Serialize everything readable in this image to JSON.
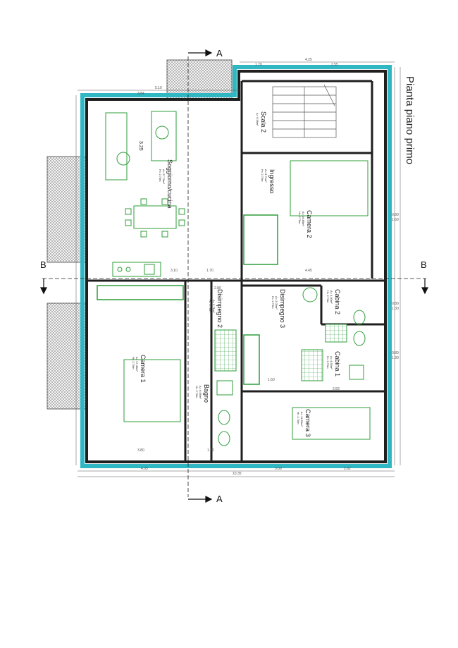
{
  "title": "Pianta piano primo",
  "section_marks": {
    "a_top": "A",
    "a_bottom": "A",
    "b_left": "B",
    "b_right": "B"
  },
  "rooms": [
    {
      "id": "soggiorno",
      "name": "Soggiorno/cucina",
      "area": "A= 27.79m²",
      "height": "H= 2.70m"
    },
    {
      "id": "camera1",
      "name": "Camera 1",
      "area": "A= 17.49m²",
      "height": "H= 2.70m"
    },
    {
      "id": "disimpegno2",
      "name": "Disimpegno 2",
      "area": "A= 2.71m²",
      "height": "H= 2.70m"
    },
    {
      "id": "bagno",
      "name": "Bagno",
      "area": "A= 6.59m²",
      "height": "H= 2.70m"
    },
    {
      "id": "scala2",
      "name": "Scala 2",
      "area": "A= 9.96m²",
      "height": ""
    },
    {
      "id": "ingresso",
      "name": "Ingresso",
      "area": "A= 8.71m²",
      "height": "H= 2.70m"
    },
    {
      "id": "camera2",
      "name": "Camera 2",
      "area": "A= 16.85m²",
      "height": "H= 2.70m"
    },
    {
      "id": "disimpegno3",
      "name": "Disimpegno 3",
      "area": "A= 2.05m²",
      "height": "H= 2.70m"
    },
    {
      "id": "cabina2",
      "name": "Cabina 2",
      "area": "A= 4.50m²",
      "height": "H= 2.70m"
    },
    {
      "id": "cabina1",
      "name": "Cabina 1",
      "area": "A= 4.50m²",
      "height": "H= 2.70m"
    },
    {
      "id": "camera3",
      "name": "Camera 3",
      "area": "A= 14.90m²",
      "height": "H= 2.70m"
    }
  ],
  "dimensions": {
    "top_left": "5.10",
    "top_mid": "1.70",
    "top_right_a": "4.25",
    "top_right_b": "2.55",
    "top_outer": "3.84",
    "bottom_a": "4.05",
    "bottom_total": "10.35",
    "bottom_b": "3.08",
    "bottom_c": "2.82",
    "inner_1": "3.10",
    "inner_2": "1.70",
    "inner_3": "4.45",
    "inner_4": "3.80",
    "inner_5": "1.70",
    "inner_6": "2.83",
    "inner_7": "1.60",
    "inner_8": "2.80",
    "right_1": "0.80",
    "right_2": "1.60",
    "right_3": "0.80",
    "right_4": "1.30",
    "right_5": "0.80",
    "right_6": "1.30",
    "level": "3.25"
  },
  "colors": {
    "wall": "#1f1f1f",
    "insulation": "#2fb8c4",
    "furniture": "#2e9e3a",
    "hatch": "#6b6b6b",
    "dim": "#555555"
  }
}
